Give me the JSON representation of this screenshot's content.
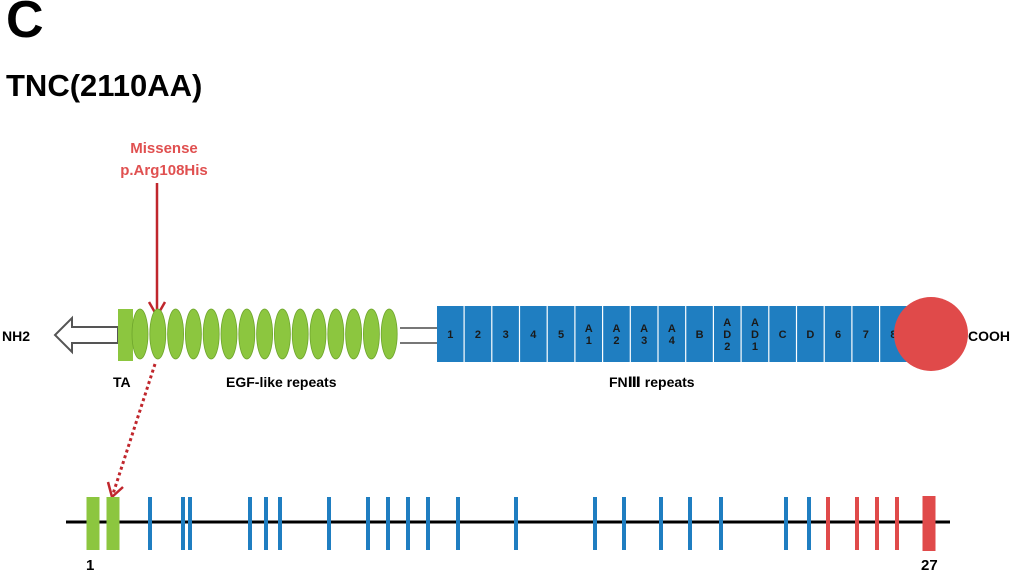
{
  "panel_label": "C",
  "protein": "TNC(2110AA)",
  "mutation": {
    "type": "Missense",
    "change": "p.Arg108His"
  },
  "termini": {
    "n": "NH2",
    "c": "COOH"
  },
  "domains": {
    "ta": "TA",
    "egf": "EGF-like repeats",
    "fn3": "FNⅢ repeats"
  },
  "egf_repeat_count": 15,
  "fn3_repeats": [
    [
      "1"
    ],
    [
      "2"
    ],
    [
      "3"
    ],
    [
      "4"
    ],
    [
      "5"
    ],
    [
      "A",
      "1"
    ],
    [
      "A",
      "2"
    ],
    [
      "A",
      "3"
    ],
    [
      "A",
      "4"
    ],
    [
      "B"
    ],
    [
      "A",
      "D",
      "2"
    ],
    [
      "A",
      "D",
      "1"
    ],
    [
      "C"
    ],
    [
      "D"
    ],
    [
      "6"
    ],
    [
      "7"
    ],
    [
      "8"
    ]
  ],
  "exons": {
    "first_label": "1",
    "last_label": "27",
    "colors": [
      "green",
      "green",
      "blue",
      "blue",
      "blue",
      "blue",
      "blue",
      "blue",
      "blue",
      "blue",
      "blue",
      "blue",
      "blue",
      "blue",
      "blue",
      "blue",
      "blue",
      "blue",
      "blue",
      "blue",
      "blue",
      "blue",
      "red",
      "red",
      "red",
      "red",
      "red"
    ]
  },
  "colors": {
    "egf_green": "#8cc63f",
    "fn3_blue": "#1f7ec1",
    "cooh_red": "#e04a4a",
    "mutation_red": "#e05050",
    "arrow_dark_red": "#c0262c",
    "exon_green": "#8cc63f",
    "exon_blue": "#1f7ec1",
    "exon_red": "#e04a4a"
  }
}
